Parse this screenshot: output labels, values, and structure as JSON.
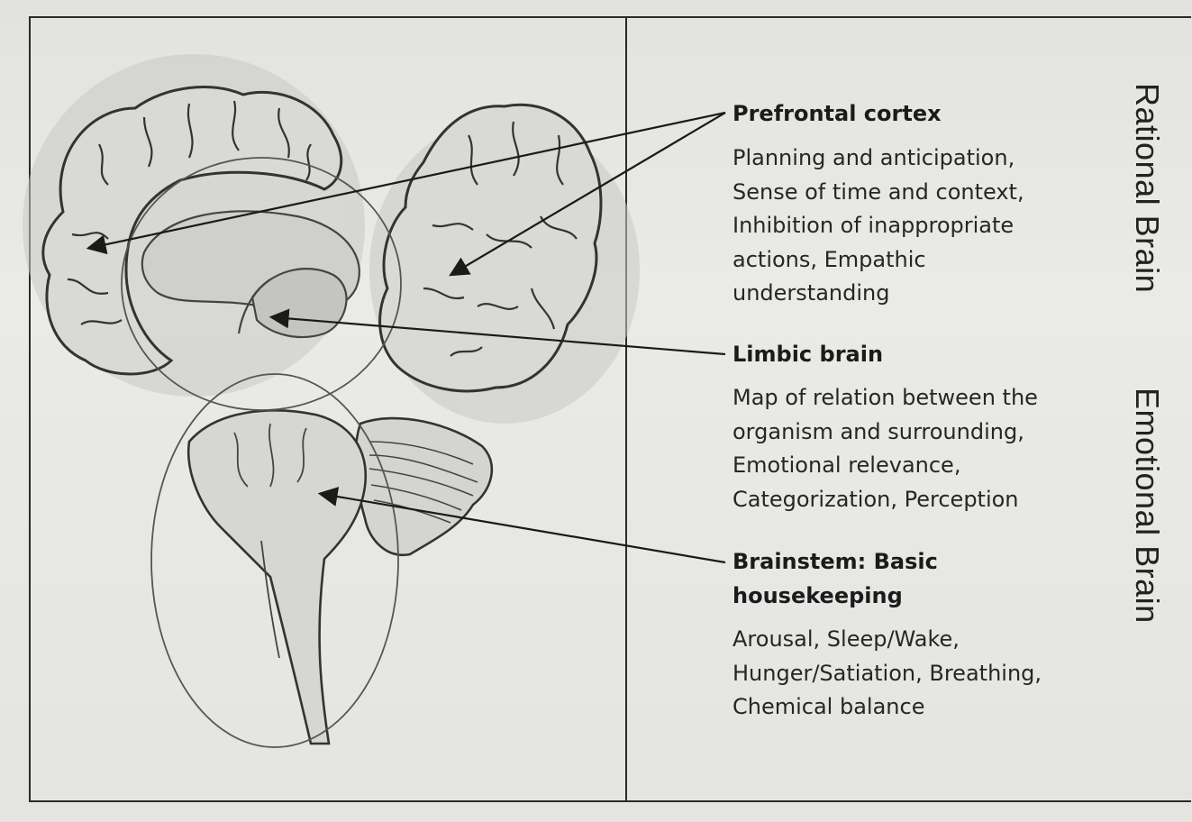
{
  "sections": [
    {
      "heading": [
        "Prefrontal cortex"
      ],
      "description": [
        "Planning and anticipation,",
        "Sense of time and context,",
        "Inhibition of inappropriate",
        "actions, Empathic",
        "understanding"
      ]
    },
    {
      "heading": [
        "Limbic brain"
      ],
      "description": [
        "Map of relation between the",
        "organism and surrounding,",
        "Emotional relevance,",
        "Categorization, Perception"
      ]
    },
    {
      "heading": [
        "Brainstem: Basic",
        "housekeeping"
      ],
      "description": [
        "Arousal, Sleep/Wake,",
        "Hunger/Satiation, Breathing,",
        "Chemical balance"
      ]
    }
  ],
  "side_labels": {
    "rational": "Rational Brain",
    "emotional": "Emotional Brain"
  },
  "colors": {
    "paper": "#e9e9e6",
    "ink": "#1f1f1f"
  }
}
